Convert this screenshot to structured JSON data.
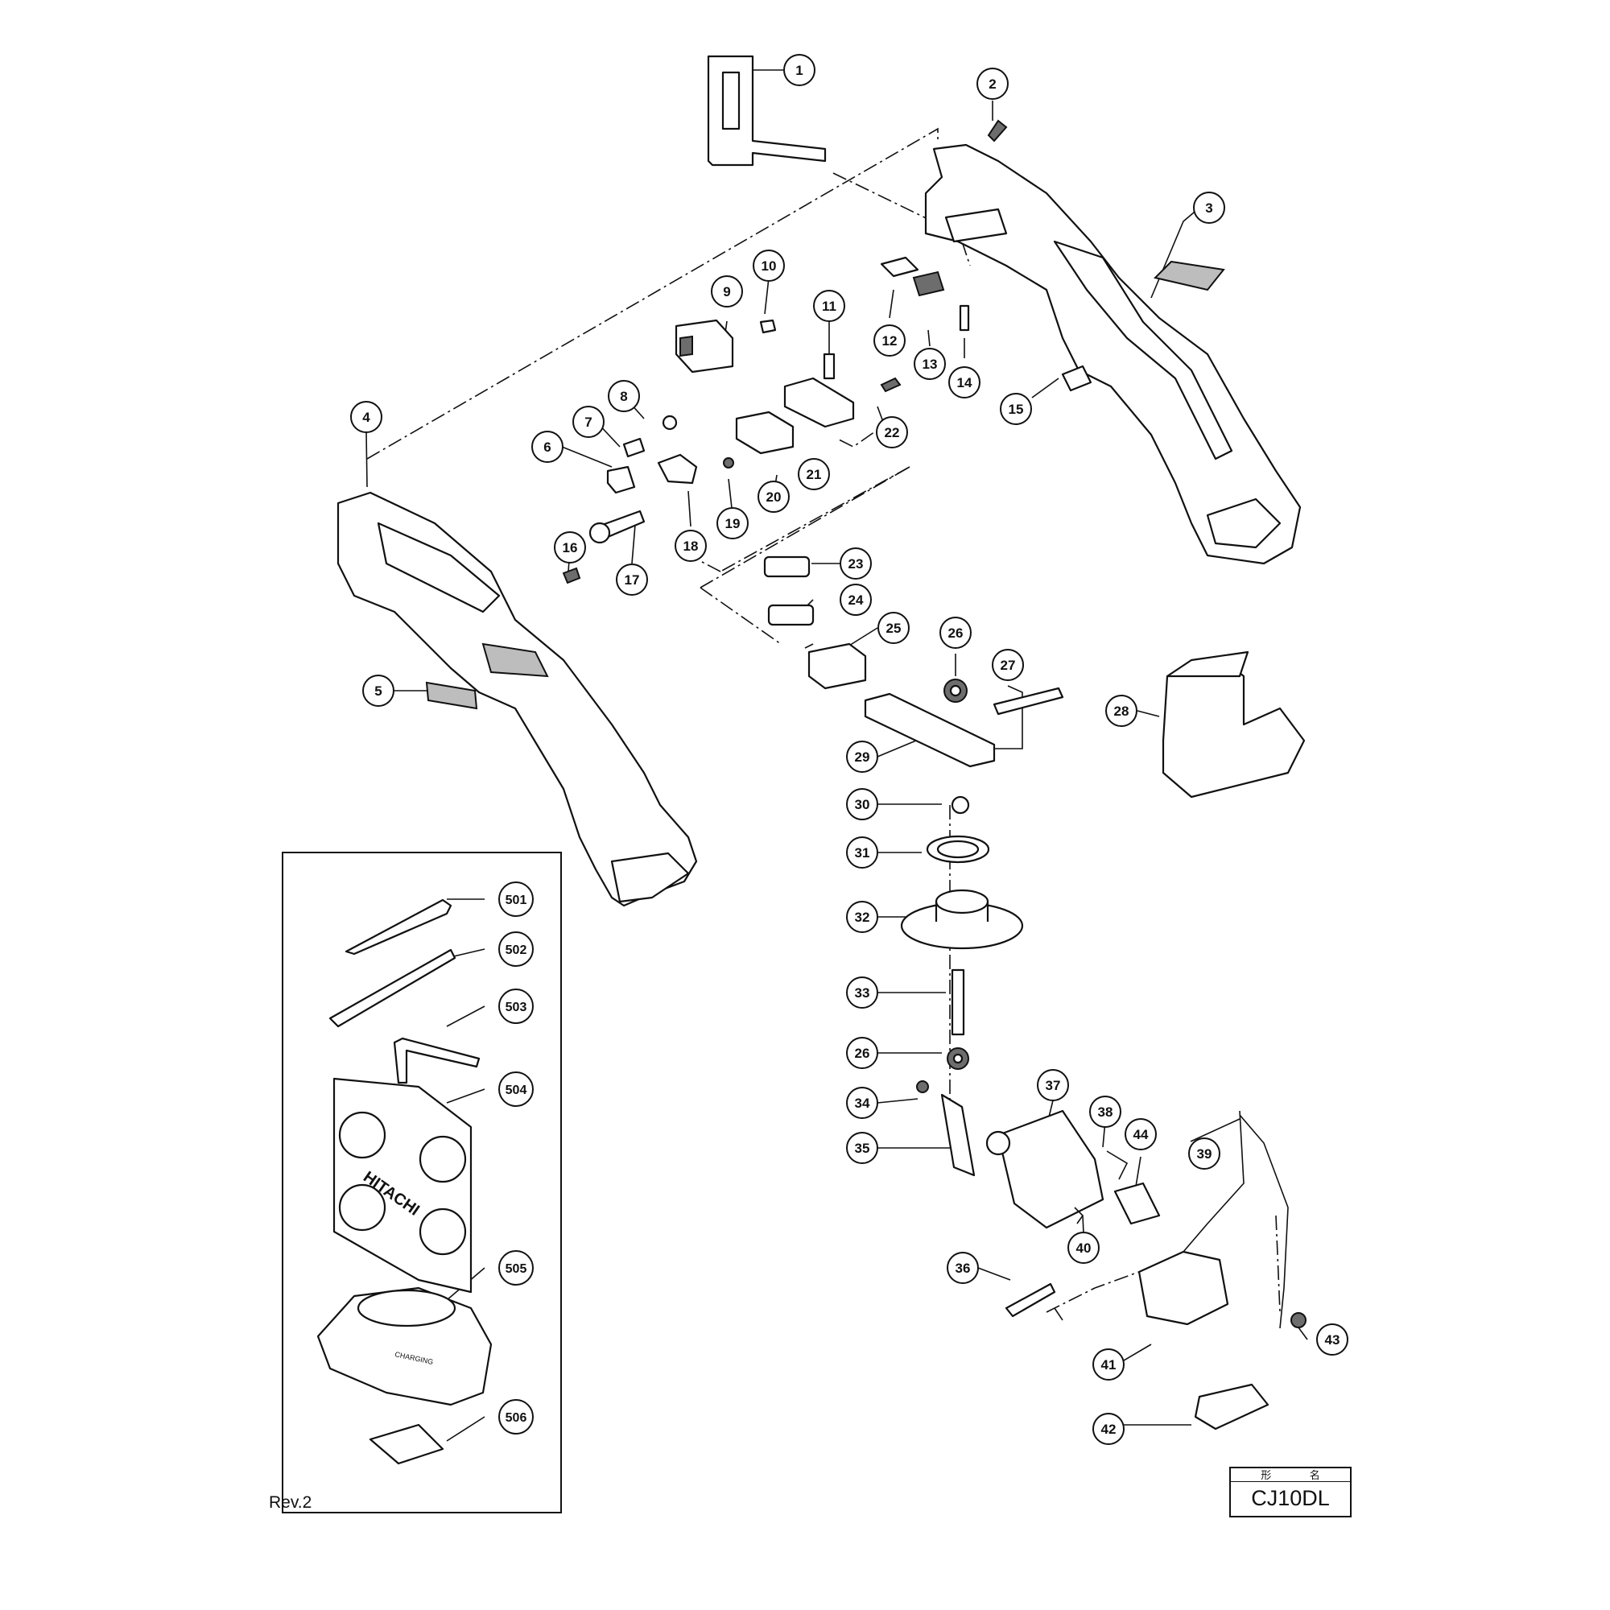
{
  "revision": "Rev.2",
  "model": {
    "header": "形 名",
    "value": "CJ10DL"
  },
  "brand_text": "HITACHI",
  "charger_text": "CHARGING",
  "callouts": [
    "1",
    "2",
    "3",
    "4",
    "5",
    "6",
    "7",
    "8",
    "9",
    "10",
    "11",
    "12",
    "13",
    "14",
    "15",
    "16",
    "17",
    "18",
    "19",
    "20",
    "21",
    "22",
    "23",
    "24",
    "25",
    "26",
    "27",
    "28",
    "29",
    "30",
    "31",
    "32",
    "33",
    "26",
    "34",
    "35",
    "36",
    "37",
    "38",
    "39",
    "40",
    "41",
    "42",
    "43",
    "44",
    "501",
    "502",
    "503",
    "504",
    "505",
    "506"
  ]
}
